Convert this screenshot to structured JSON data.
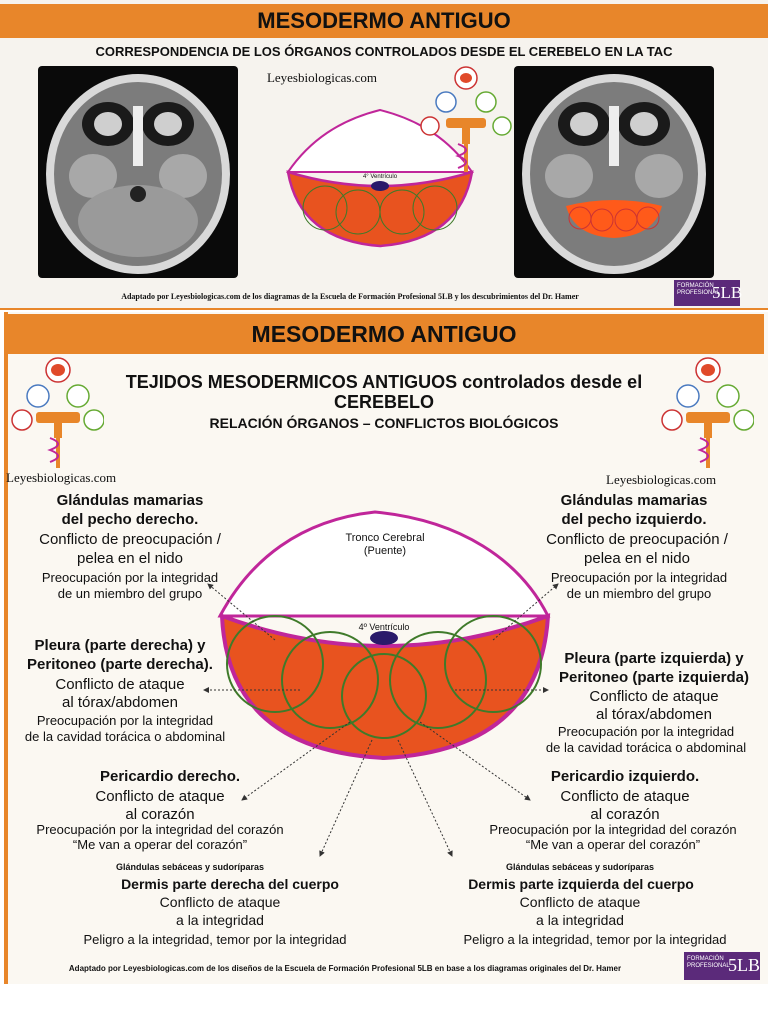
{
  "top_panel": {
    "title": "MESODERMO ANTIGUO",
    "subtitle": "CORRESPONDENCIA DE LOS ÓRGANOS CONTROLADOS DESDE EL CEREBELO EN LA TAC",
    "watermark": "Leyesbiologicas.com",
    "diagram_label": "4° Ventrículo",
    "footer": "Adaptado por Leyesbiologicas.com de los diagramas de la Escuela de Formación Profesional 5LB y los descubrimientos del Dr. Hamer",
    "logo_small": "FORMACIÓN PROFESIONAL",
    "logo_big": "5LB"
  },
  "bottom_panel": {
    "title": "MESODERMO ANTIGUO",
    "heading_line1": "TEJIDOS MESODERMICOS ANTIGUOS controlados desde el",
    "heading_line2": "CEREBELO",
    "heading_line3": "RELACIÓN  ÓRGANOS – CONFLICTOS BIOLÓGICOS",
    "watermark_left": "Leyesbiologicas.com",
    "watermark_right": "Leyesbiologicas.com",
    "brainstem_label_1": "Tronco Cerebral",
    "brainstem_label_2": "(Puente)",
    "ventricle_label": "4º Ventrículo",
    "left": {
      "mama_title_1": "Glándulas mamarias",
      "mama_title_2": "del pecho derecho.",
      "mama_conflict_1": "Conflicto de preocupación /",
      "mama_conflict_2": "pelea en el nido",
      "mama_desc_1": "Preocupación por la integridad",
      "mama_desc_2": "de un miembro del grupo",
      "pleura_title_1": "Pleura (parte derecha) y",
      "pleura_title_2": "Peritoneo (parte derecha).",
      "pleura_conflict_1": "Conflicto de ataque",
      "pleura_conflict_2": "al tórax/abdomen",
      "pleura_desc_1": "Preocupación por la integridad",
      "pleura_desc_2": "de la cavidad torácica o abdominal",
      "peri_title": "Pericardio derecho.",
      "peri_conflict_1": "Conflicto de ataque",
      "peri_conflict_2": "al corazón",
      "peri_desc_1": "Preocupación por la integridad del corazón",
      "peri_desc_2": "“Me van a operar del corazón”",
      "derm_small": "Glándulas sebáceas y sudoríparas",
      "derm_title": "Dermis parte derecha del cuerpo",
      "derm_conflict_1": "Conflicto de ataque",
      "derm_conflict_2": "a la integridad",
      "derm_desc": "Peligro a la integridad, temor por la integridad"
    },
    "right": {
      "mama_title_1": "Glándulas mamarias",
      "mama_title_2": "del pecho izquierdo.",
      "mama_conflict_1": "Conflicto de preocupación /",
      "mama_conflict_2": "pelea en el nido",
      "mama_desc_1": "Preocupación por la integridad",
      "mama_desc_2": "de un miembro del grupo",
      "pleura_title_1": "Pleura (parte izquierda) y",
      "pleura_title_2": "Peritoneo (parte izquierda)",
      "pleura_conflict_1": "Conflicto de ataque",
      "pleura_conflict_2": "al tórax/abdomen",
      "pleura_desc_1": "Preocupación por la integridad",
      "pleura_desc_2": "de la cavidad torácica o abdominal",
      "peri_title": "Pericardio  izquierdo.",
      "peri_conflict_1": "Conflicto de ataque",
      "peri_conflict_2": "al corazón",
      "peri_desc_1": "Preocupación por la integridad del corazón",
      "peri_desc_2": "“Me van a operar del corazón”",
      "derm_small": "Glándulas sebáceas y sudoríparas",
      "derm_title": "Dermis parte izquierda del cuerpo",
      "derm_conflict_1": "Conflicto de ataque",
      "derm_conflict_2": "a la integridad",
      "derm_desc": "Peligro a la integridad, temor por la integridad"
    },
    "footer": "Adaptado por Leyesbiologicas.com de los diseños de la Escuela de Formación Profesional 5LB en base a los diagramas originales del Dr. Hamer",
    "logo_small": "FORMACIÓN PROFESIONAL",
    "logo_big": "5LB"
  },
  "colors": {
    "banner": "#e8862a",
    "cerebellum_fill": "#e8531f",
    "outline": "#c0269a",
    "circle": "#3f7a2a"
  },
  "icons": [
    "brain-icon",
    "gavel-icon",
    "caduceus-icon"
  ]
}
